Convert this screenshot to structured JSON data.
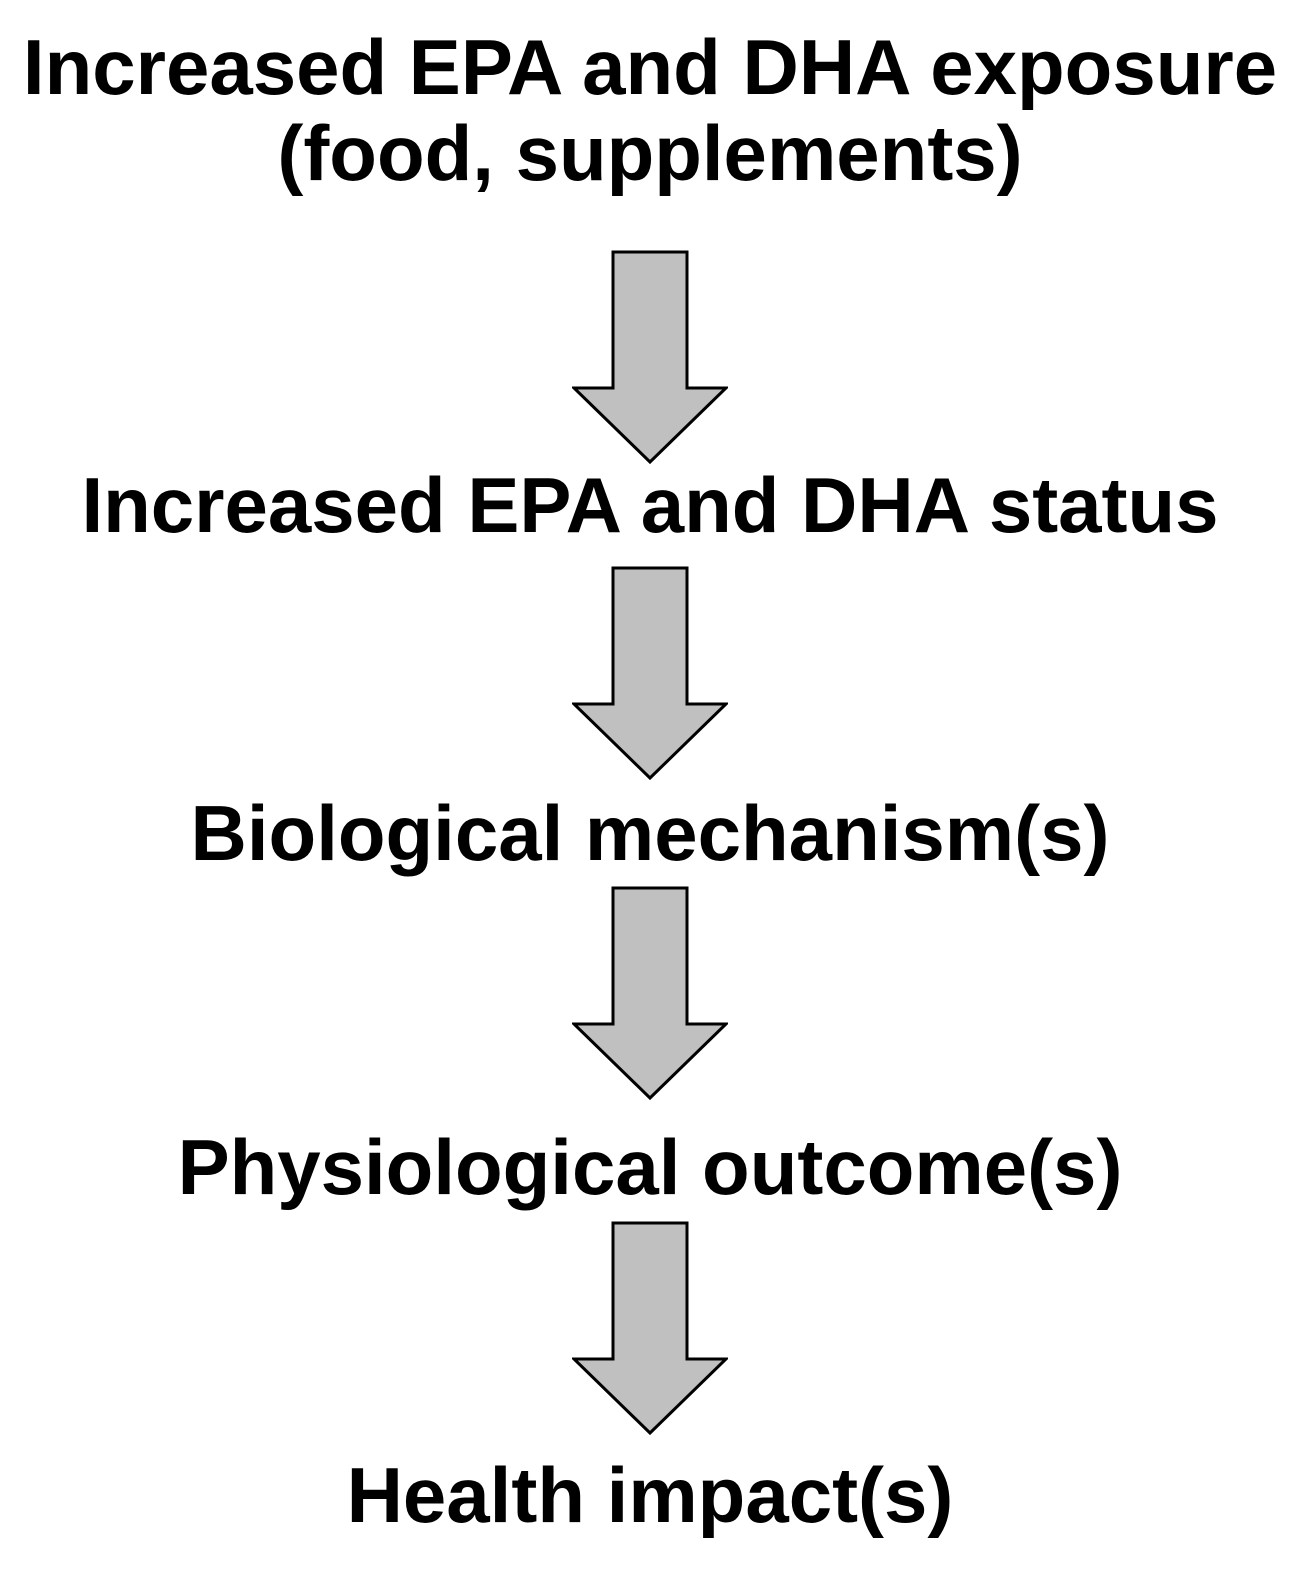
{
  "steps": [
    {
      "lines": [
        "Increased EPA and DHA exposure",
        "(food, supplements)"
      ]
    },
    {
      "lines": [
        "Increased EPA and DHA status"
      ]
    },
    {
      "lines": [
        "Biological mechanism(s)"
      ]
    },
    {
      "lines": [
        "Physiological outcome(s)"
      ]
    },
    {
      "lines": [
        "Health impact(s)"
      ]
    }
  ],
  "colors": {
    "arrow_fill": "#c0c0c0",
    "arrow_stroke": "#000000",
    "text": "#000000"
  }
}
